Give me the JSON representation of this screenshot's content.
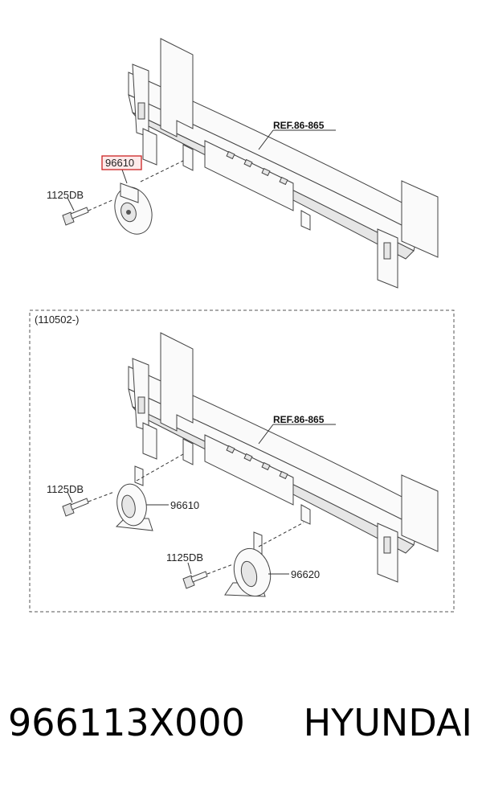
{
  "diagram": {
    "top": {
      "ref_label": "REF.86-865",
      "part_label_highlighted": "96610",
      "bolt_label": "1125DB"
    },
    "bottom": {
      "section_label": "(110502-)",
      "ref_label": "REF.86-865",
      "bolt_label_1": "1125DB",
      "part_label_1": "96610",
      "bolt_label_2": "1125DB",
      "part_label_2": "96620"
    },
    "colors": {
      "highlight": "#cc2222",
      "line": "#333333"
    }
  },
  "caption": {
    "part_number": "966113X000",
    "brand": "HYUNDAI"
  }
}
